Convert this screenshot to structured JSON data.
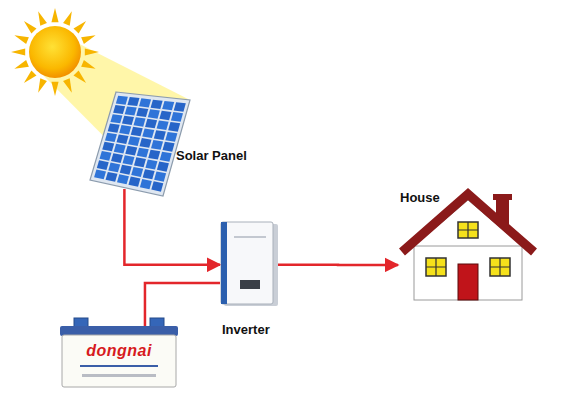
{
  "diagram": {
    "nodes": [
      {
        "text": [
          "Solar Panel"
        ]
      },
      {
        "text": [
          "House"
        ]
      },
      {
        "text": [
          "Inverter"
        ]
      },
      {
        "text": [
          "dongnai"
        ]
      }
    ],
    "edges": [
      {
        "from": 0,
        "to": 2,
        "arrow": "to"
      },
      {
        "from": 3,
        "to": 2,
        "arrow": "none"
      },
      {
        "from": 2,
        "to": 1,
        "arrow": "to"
      }
    ]
  }
}
